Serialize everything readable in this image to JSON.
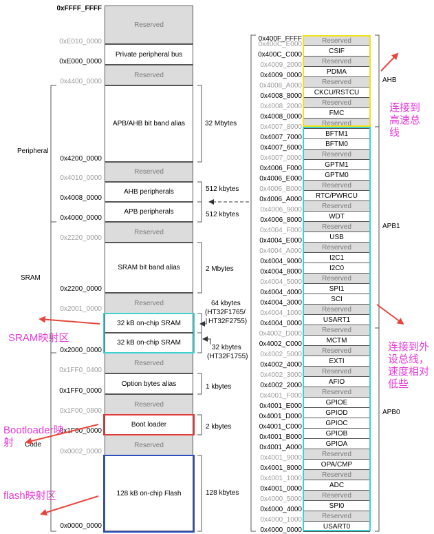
{
  "left_map": {
    "addresses": {
      "a0": "0xFFFF_FFFF",
      "a1": "0xE010_0000",
      "a2": "0xE000_0000",
      "a3": "0x4400_0000",
      "a4": "0x4200_0000",
      "a5": "0x4010_0000",
      "a6": "0x4008_0000",
      "a7": "0x4000_0000",
      "a8": "0x2220_0000",
      "a9": "0x2200_0000",
      "a10": "0x2001_0000",
      "a11": "0x2000_0000",
      "a12": "0x1FF0_0400",
      "a13": "0x1FF0_0000",
      "a14": "0x1F00_0800",
      "a15": "0x1F00_0000",
      "a16": "0x0002_0000",
      "a17": "0x0000_0000"
    },
    "blocks": {
      "reserved": "Reserved",
      "ppb": "Private peripheral bus",
      "apbahb_alias": "APB/AHB bit band alias",
      "ahb_periph": "AHB peripherals",
      "apb_periph": "APB peripherals",
      "sram_alias": "SRAM bit band alias",
      "sram32a": "32 kB on-chip SRAM",
      "sram32b": "32 kB on-chip SRAM",
      "option_bytes": "Option bytes alias",
      "boot_loader": "Boot loader",
      "flash": "128 kB on-chip Flash"
    },
    "sizes": {
      "s32m": "32 Mbytes",
      "s512a": "512 kbytes",
      "s512b": "512 kbytes",
      "s2m": "2 Mbytes",
      "s64k_1": "64 kbytes",
      "s64k_2": "(HT32F1765/",
      "s64k_3": "HT32F2755)",
      "s32k_1": "32 kbytes",
      "s32k_2": "(HT32F1755)",
      "s1k": "1 kbytes",
      "s2k": "2 kbytes",
      "s128k": "128 kbytes"
    },
    "regions": {
      "peripheral": "Peripheral",
      "sram": "SRAM",
      "code": "Code"
    }
  },
  "right_map": {
    "top_address": "0x400F_FFFF",
    "rows": [
      {
        "addr": "0x400C_E000",
        "name": "Reserved",
        "reserved": true
      },
      {
        "addr": "0x400C_C000",
        "name": "CSIF",
        "reserved": false
      },
      {
        "addr": "0x4009_2000",
        "name": "Reserved",
        "reserved": true
      },
      {
        "addr": "0x4009_0000",
        "name": "PDMA",
        "reserved": false
      },
      {
        "addr": "0x4008_A000",
        "name": "Reserved",
        "reserved": true
      },
      {
        "addr": "0x4008_8000",
        "name": "CKCU/RSTCU",
        "reserved": false
      },
      {
        "addr": "0x4008_2000",
        "name": "Reserved",
        "reserved": true
      },
      {
        "addr": "0x4008_0000",
        "name": "FMC",
        "reserved": false
      },
      {
        "addr": "0x4007_8000",
        "name": "Reserved",
        "reserved": true
      },
      {
        "addr": "0x4007_7000",
        "name": "BFTM1",
        "reserved": false
      },
      {
        "addr": "0x4007_6000",
        "name": "BFTM0",
        "reserved": false
      },
      {
        "addr": "0x4007_0000",
        "name": "Reserved",
        "reserved": true
      },
      {
        "addr": "0x4006_F000",
        "name": "GPTM1",
        "reserved": false
      },
      {
        "addr": "0x4006_E000",
        "name": "GPTM0",
        "reserved": false
      },
      {
        "addr": "0x4006_B000",
        "name": "Reserved",
        "reserved": true
      },
      {
        "addr": "0x4006_A000",
        "name": "RTC/PWRCU",
        "reserved": false
      },
      {
        "addr": "0x4006_9000",
        "name": "Reserved",
        "reserved": true
      },
      {
        "addr": "0x4006_8000",
        "name": "WDT",
        "reserved": false
      },
      {
        "addr": "0x4004_F000",
        "name": "Reserved",
        "reserved": true
      },
      {
        "addr": "0x4004_E000",
        "name": "USB",
        "reserved": false
      },
      {
        "addr": "0x4004_A000",
        "name": "Reserved",
        "reserved": true
      },
      {
        "addr": "0x4004_9000",
        "name": "I2C1",
        "reserved": false
      },
      {
        "addr": "0x4004_8000",
        "name": "I2C0",
        "reserved": false
      },
      {
        "addr": "0x4004_5000",
        "name": "Reserved",
        "reserved": true
      },
      {
        "addr": "0x4004_4000",
        "name": "SPI1",
        "reserved": false
      },
      {
        "addr": "0x4004_3000",
        "name": "SCI",
        "reserved": false
      },
      {
        "addr": "0x4004_1000",
        "name": "Reserved",
        "reserved": true
      },
      {
        "addr": "0x4004_0000",
        "name": "USART1",
        "reserved": false
      },
      {
        "addr": "0x4002_D000",
        "name": "Reserved",
        "reserved": true
      },
      {
        "addr": "0x4002_C000",
        "name": "MCTM",
        "reserved": false
      },
      {
        "addr": "0x4002_5000",
        "name": "Reserved",
        "reserved": true
      },
      {
        "addr": "0x4002_4000",
        "name": "EXTI",
        "reserved": false
      },
      {
        "addr": "0x4002_3000",
        "name": "Reserved",
        "reserved": true
      },
      {
        "addr": "0x4002_2000",
        "name": "AFIO",
        "reserved": false
      },
      {
        "addr": "0x4001_F000",
        "name": "Reserved",
        "reserved": true
      },
      {
        "addr": "0x4001_E000",
        "name": "GPIOE",
        "reserved": false
      },
      {
        "addr": "0x4001_D000",
        "name": "GPIOD",
        "reserved": false
      },
      {
        "addr": "0x4001_C000",
        "name": "GPIOC",
        "reserved": false
      },
      {
        "addr": "0x4001_B000",
        "name": "GPIOB",
        "reserved": false
      },
      {
        "addr": "0x4001_A000",
        "name": "GPIOA",
        "reserved": false
      },
      {
        "addr": "0x4001_9000",
        "name": "Reserved",
        "reserved": true
      },
      {
        "addr": "0x4001_8000",
        "name": "OPA/CMP",
        "reserved": false
      },
      {
        "addr": "0x4001_1000",
        "name": "Reserved",
        "reserved": true
      },
      {
        "addr": "0x4001_0000",
        "name": "ADC",
        "reserved": false
      },
      {
        "addr": "0x4000_5000",
        "name": "Reserved",
        "reserved": true
      },
      {
        "addr": "0x4000_4000",
        "name": "SPI0",
        "reserved": false
      },
      {
        "addr": "0x4000_1000",
        "name": "Reserved",
        "reserved": true
      },
      {
        "addr": "0x4000_0000",
        "name": "USART0",
        "reserved": false
      }
    ],
    "bus_labels": {
      "ahb": "AHB",
      "apb1": "APB1",
      "apb0": "APB0"
    }
  },
  "annotations": {
    "ahb_note": "连接到高速总线",
    "apb_note": "连接到外设总线，速度相对低些",
    "sram_note": "SRAM映射区",
    "boot_note": "Bootloader映射",
    "flash_note": "flash映射区"
  },
  "colors": {
    "annotation": "#e53ad7",
    "arrow": "#e8463c",
    "ahb_highlight": "#f0e21a",
    "apb_highlight": "#3fd0d0",
    "sram_highlight": "#3fd0d0",
    "boot_highlight": "#e03a3a",
    "flash_highlight": "#2c4fc0"
  }
}
